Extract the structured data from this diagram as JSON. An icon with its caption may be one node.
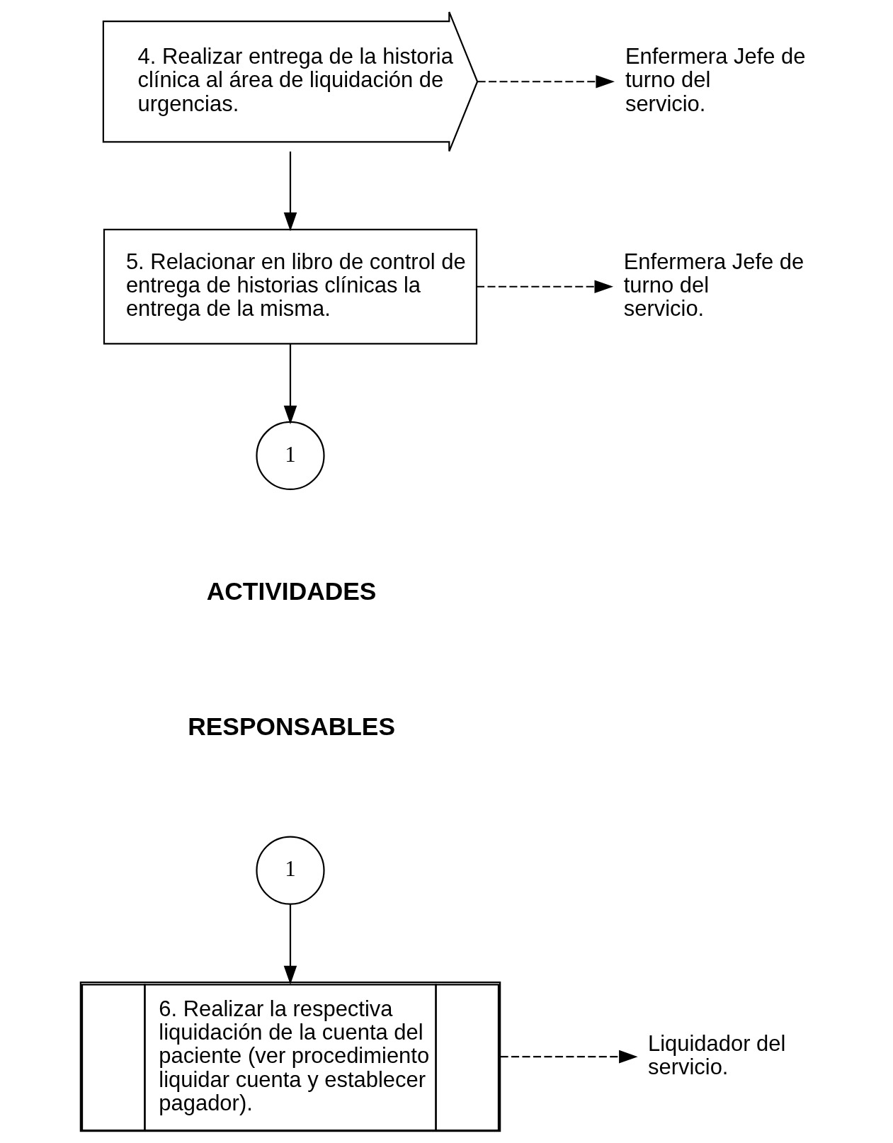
{
  "diagram": {
    "nodes": [
      {
        "text": [
          "4. Realizar entrega de la historia clínica al área de liquidación de urgencias."
        ]
      },
      {
        "text": [
          "Enfermera Jefe de turno del servicio."
        ]
      },
      {
        "text": [
          "5. Relacionar en libro de control de entrega de historias clínicas la entrega de la misma."
        ]
      },
      {
        "text": [
          "Enfermera Jefe de turno del servicio."
        ]
      },
      {
        "text": [
          "1"
        ]
      },
      {
        "text": [
          "1"
        ]
      },
      {
        "text": [
          "6. Realizar la respectiva liquidación de la cuenta del paciente (ver procedimiento liquidar cuenta y establecer pagador)."
        ]
      },
      {
        "text": [
          "Liquidador del servicio."
        ]
      }
    ],
    "edges": [
      {
        "from": 0,
        "to": 1,
        "arrow": "to",
        "style": "dashed"
      },
      {
        "from": 0,
        "to": 2,
        "arrow": "to"
      },
      {
        "from": 2,
        "to": 3,
        "arrow": "to",
        "style": "dashed"
      },
      {
        "from": 2,
        "to": 4,
        "arrow": "to"
      },
      {
        "from": 5,
        "to": 6,
        "arrow": "to"
      },
      {
        "from": 6,
        "to": 7,
        "arrow": "to",
        "style": "dashed"
      }
    ],
    "labels": [
      "ACTIVIDADES",
      "RESPONSABLES"
    ]
  }
}
